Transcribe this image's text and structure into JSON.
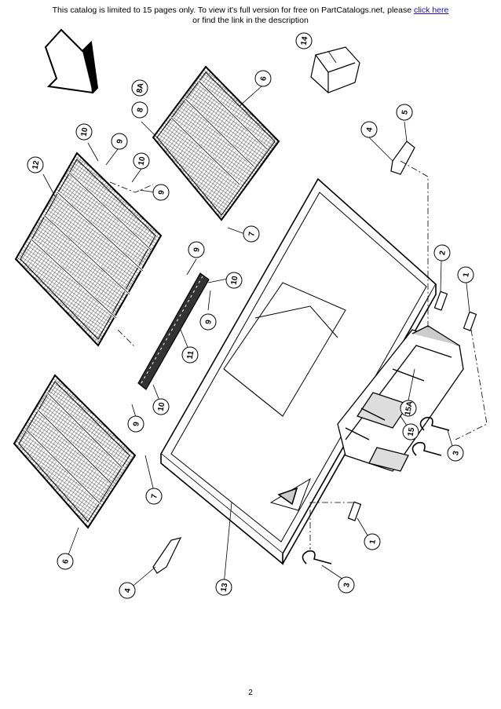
{
  "notice": {
    "line1_text": "This catalog is limited to 15 pages only. To view it's full version for free on PartCatalogs.net, please ",
    "link_label": "click here",
    "line2_text": "or find the link in the description"
  },
  "page_number": "2",
  "callouts": [
    "14",
    "5",
    "4",
    "6",
    "8",
    "8A",
    "10",
    "9",
    "10",
    "9",
    "12",
    "7",
    "9",
    "10",
    "9",
    "11",
    "10",
    "9",
    "2",
    "1",
    "15A",
    "15",
    "3",
    "7",
    "6",
    "4",
    "13",
    "1",
    "3"
  ]
}
